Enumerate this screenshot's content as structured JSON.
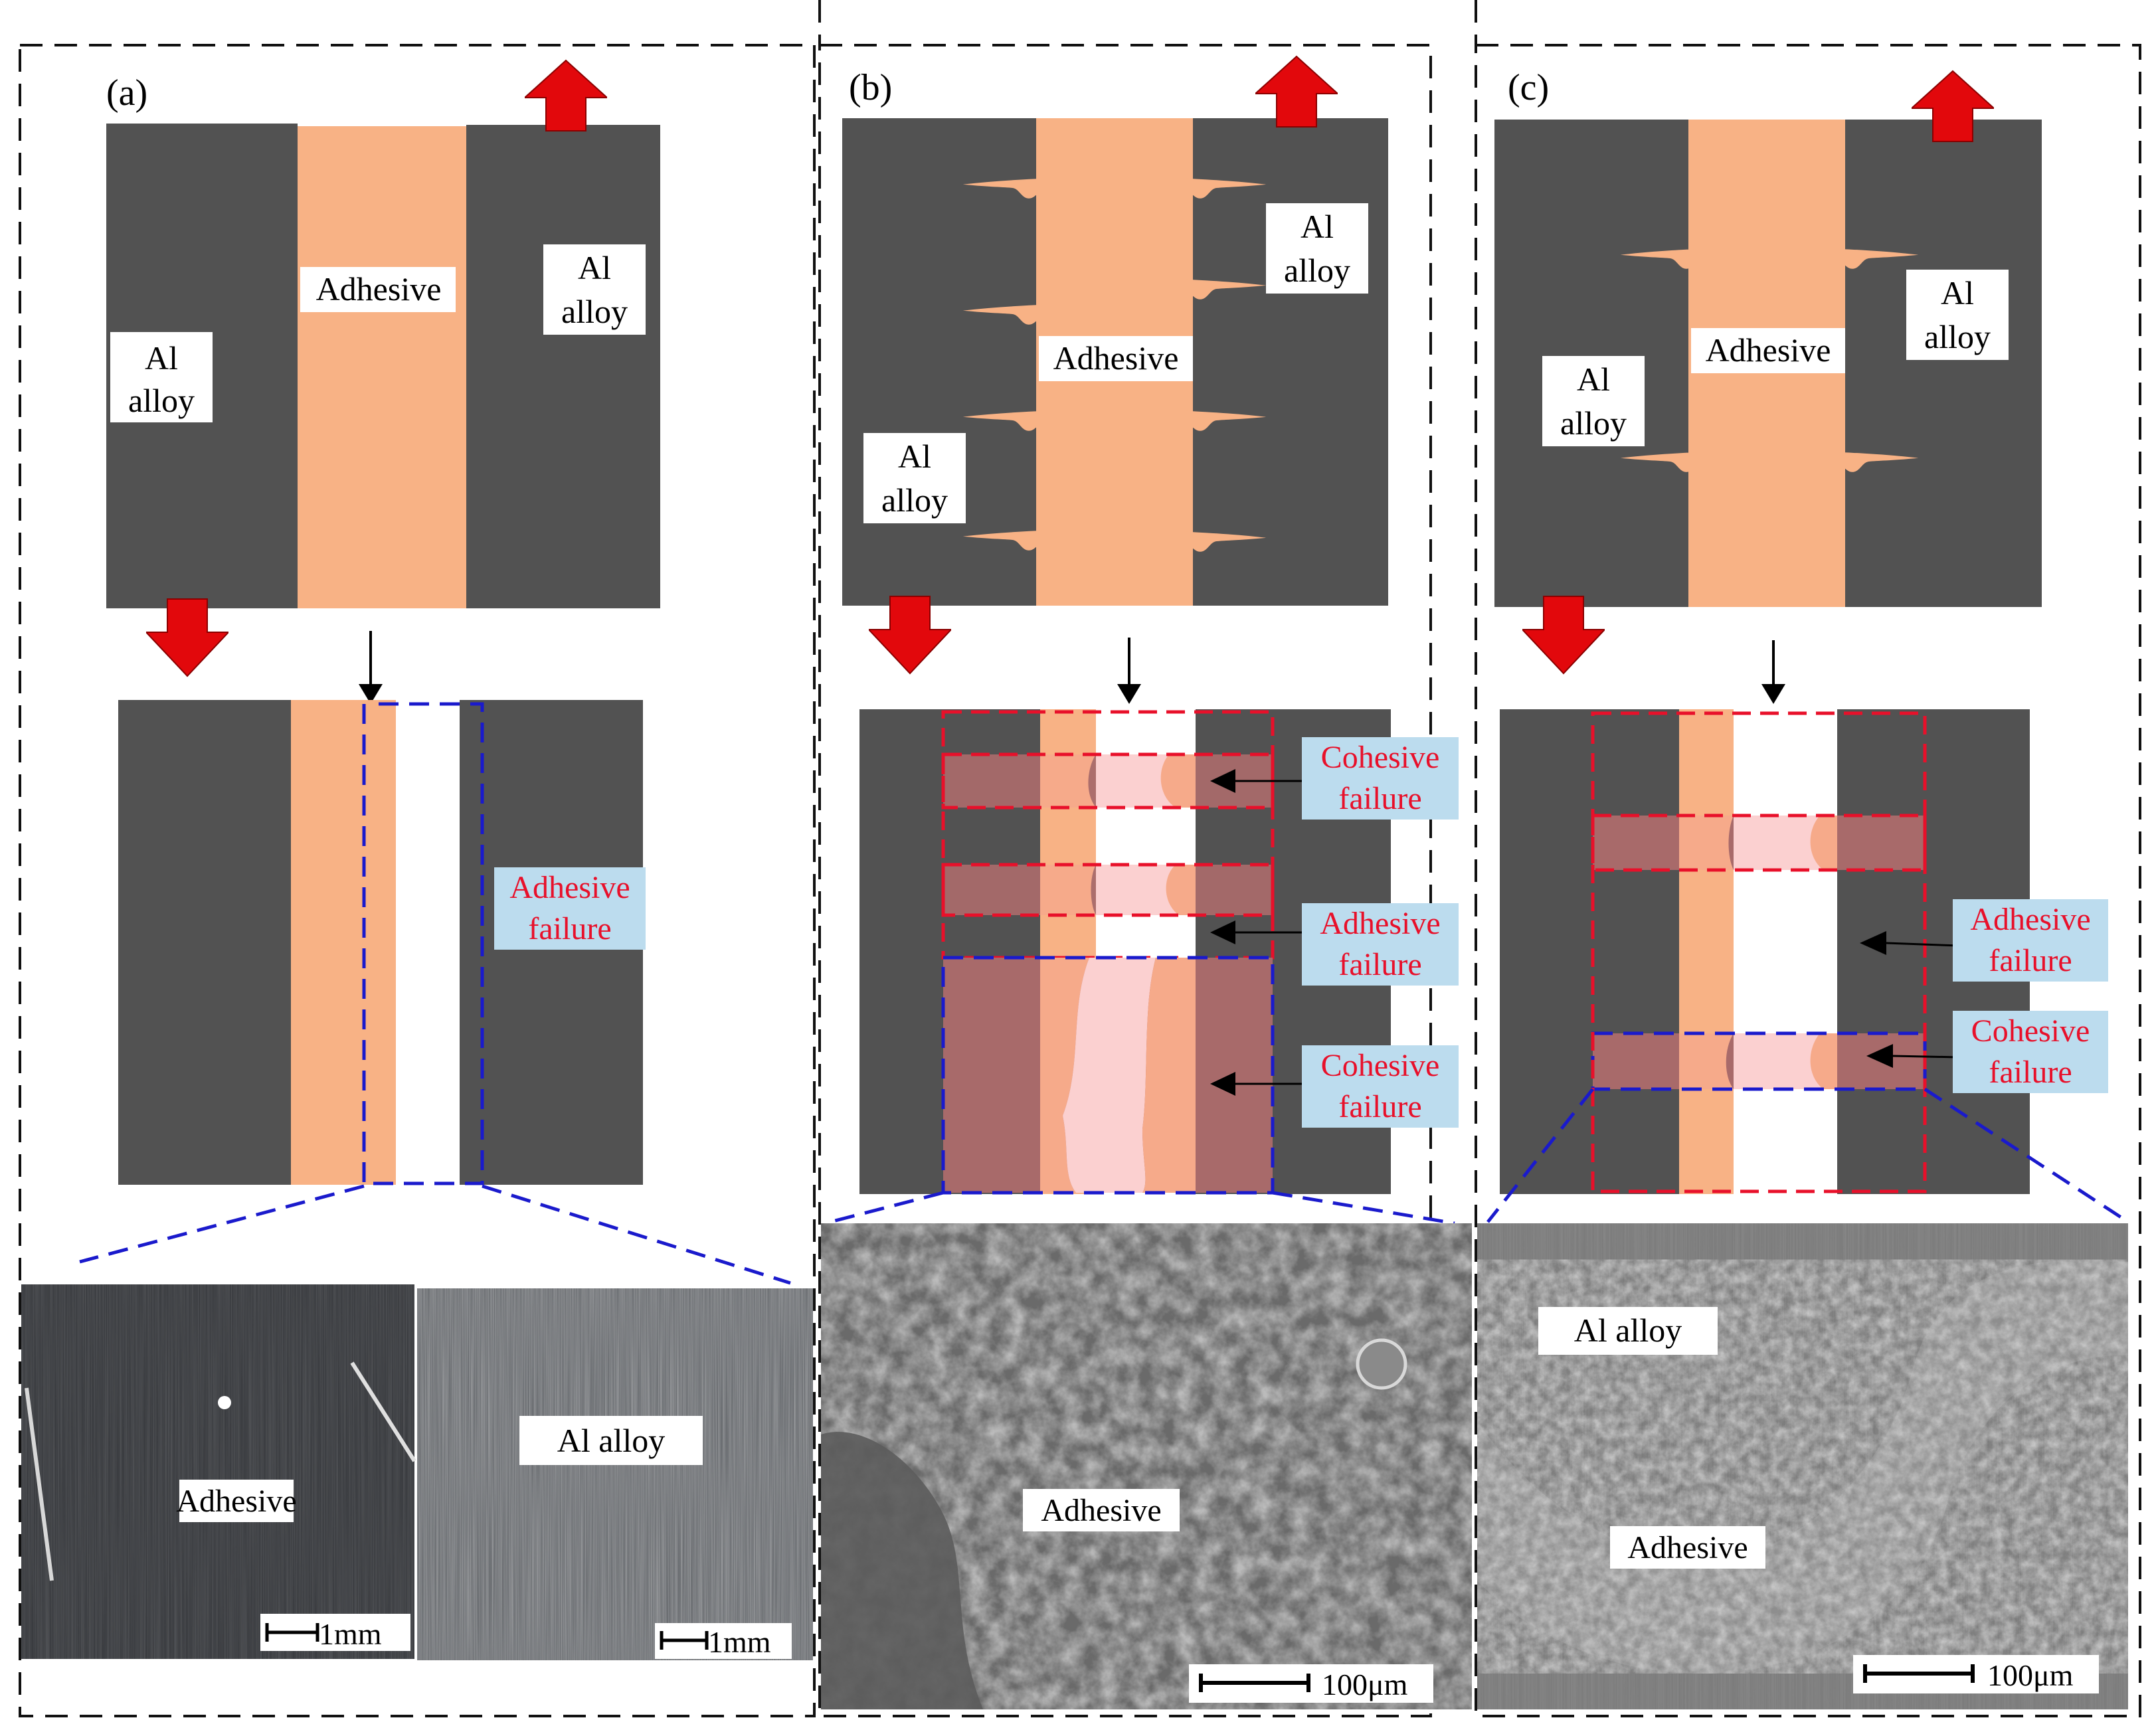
{
  "panels": [
    {
      "id": "a",
      "tag": "(a)",
      "top_labels": {
        "left": [
          "Al",
          "alloy"
        ],
        "middle": [
          "Adhesive"
        ],
        "right": [
          "Al",
          "alloy"
        ]
      },
      "failure_labels": [
        [
          "Adhesive",
          "failure"
        ]
      ],
      "photo_labels": [
        "Adhesive",
        "Al alloy"
      ],
      "scale_bars": [
        "1mm",
        "1mm"
      ]
    },
    {
      "id": "b",
      "tag": "(b)",
      "top_labels": {
        "upper_right": [
          "Al",
          "alloy"
        ],
        "middle": [
          "Adhesive"
        ],
        "lower_left": [
          "Al",
          "alloy"
        ]
      },
      "failure_labels": [
        [
          "Cohesive",
          "failure"
        ],
        [
          "Adhesive",
          "failure"
        ],
        [
          "Cohesive",
          "failure"
        ]
      ],
      "photo_labels": [
        "Adhesive"
      ],
      "scale_bars": [
        "100μm"
      ]
    },
    {
      "id": "c",
      "tag": "(c)",
      "top_labels": {
        "left": [
          "Al",
          "alloy"
        ],
        "middle": [
          "Adhesive"
        ],
        "right": [
          "Al",
          "alloy"
        ]
      },
      "failure_labels": [
        [
          "Adhesive",
          "failure"
        ],
        [
          "Cohesive",
          "failure"
        ]
      ],
      "photo_labels": [
        "Al alloy",
        "Adhesive"
      ],
      "scale_bars": [
        "100μm"
      ]
    }
  ],
  "colors": {
    "alloy": "#525252",
    "adhesive": "#f8b285",
    "arrow": "#e2080c",
    "cohesive_zone": "#a86a6a",
    "red_label": "#e8102a",
    "label_bg": "#bcdcee",
    "blue_dash": "#1a1acc",
    "red_dash": "#e8102a"
  }
}
